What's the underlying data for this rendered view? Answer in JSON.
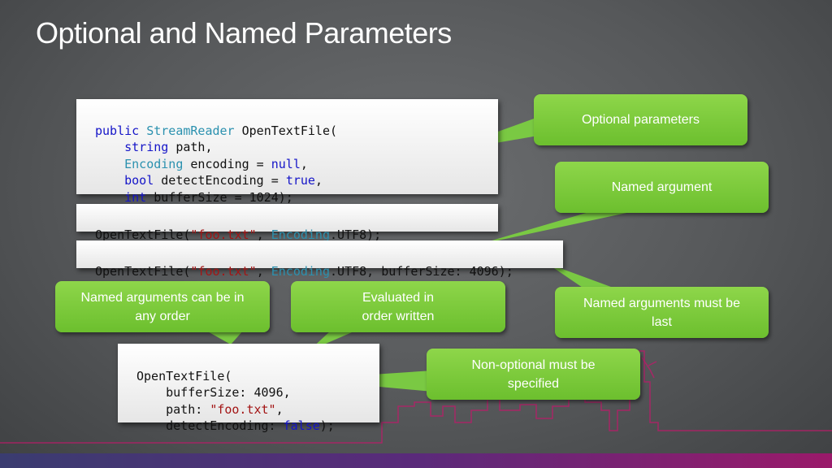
{
  "slide": {
    "title": "Optional and Named Parameters"
  },
  "code": {
    "declaration": {
      "line1": {
        "kw1": "public",
        "type1": "StreamReader",
        "rest": " OpenTextFile("
      },
      "line2": {
        "kw": "string",
        "rest": " path,"
      },
      "line3": {
        "type": "Encoding",
        "rest1": " encoding = ",
        "kw": "null",
        "rest2": ","
      },
      "line4": {
        "kw1": "bool",
        "rest1": " detectEncoding = ",
        "kw2": "true",
        "rest2": ","
      },
      "line5": {
        "kw": "int",
        "rest": " bufferSize = 1024);"
      }
    },
    "call1": {
      "pre": "OpenTextFile(",
      "str": "\"foo.txt\"",
      "mid": ", ",
      "type": "Encoding",
      "post": ".UTF8);"
    },
    "call2": {
      "pre": "OpenTextFile(",
      "str": "\"foo.txt\"",
      "mid": ", ",
      "type": "Encoding",
      "post": ".UTF8, bufferSize: 4096);"
    },
    "call3": {
      "line1": "OpenTextFile(",
      "line2": "bufferSize: 4096,",
      "line3": {
        "pre": "path: ",
        "str": "\"foo.txt\"",
        "post": ","
      },
      "line4": {
        "pre": "detectEncoding: ",
        "kw": "false",
        "post": ");"
      }
    }
  },
  "callouts": {
    "optional_parameters": "Optional parameters",
    "named_argument": "Named argument",
    "any_order": {
      "line1": "Named arguments  can be in",
      "line2": "any order"
    },
    "evaluated": {
      "line1": "Evaluated in",
      "line2": "order written"
    },
    "must_be_last": {
      "line1": "Named arguments must be",
      "line2": "last"
    },
    "non_optional": {
      "line1": "Non-optional must be",
      "line2": "specified"
    }
  },
  "colors": {
    "keyword": "#1515c8",
    "type": "#2b91af",
    "string": "#a31515",
    "callout_green": "#7ac943",
    "skyline": "#c2186b"
  }
}
